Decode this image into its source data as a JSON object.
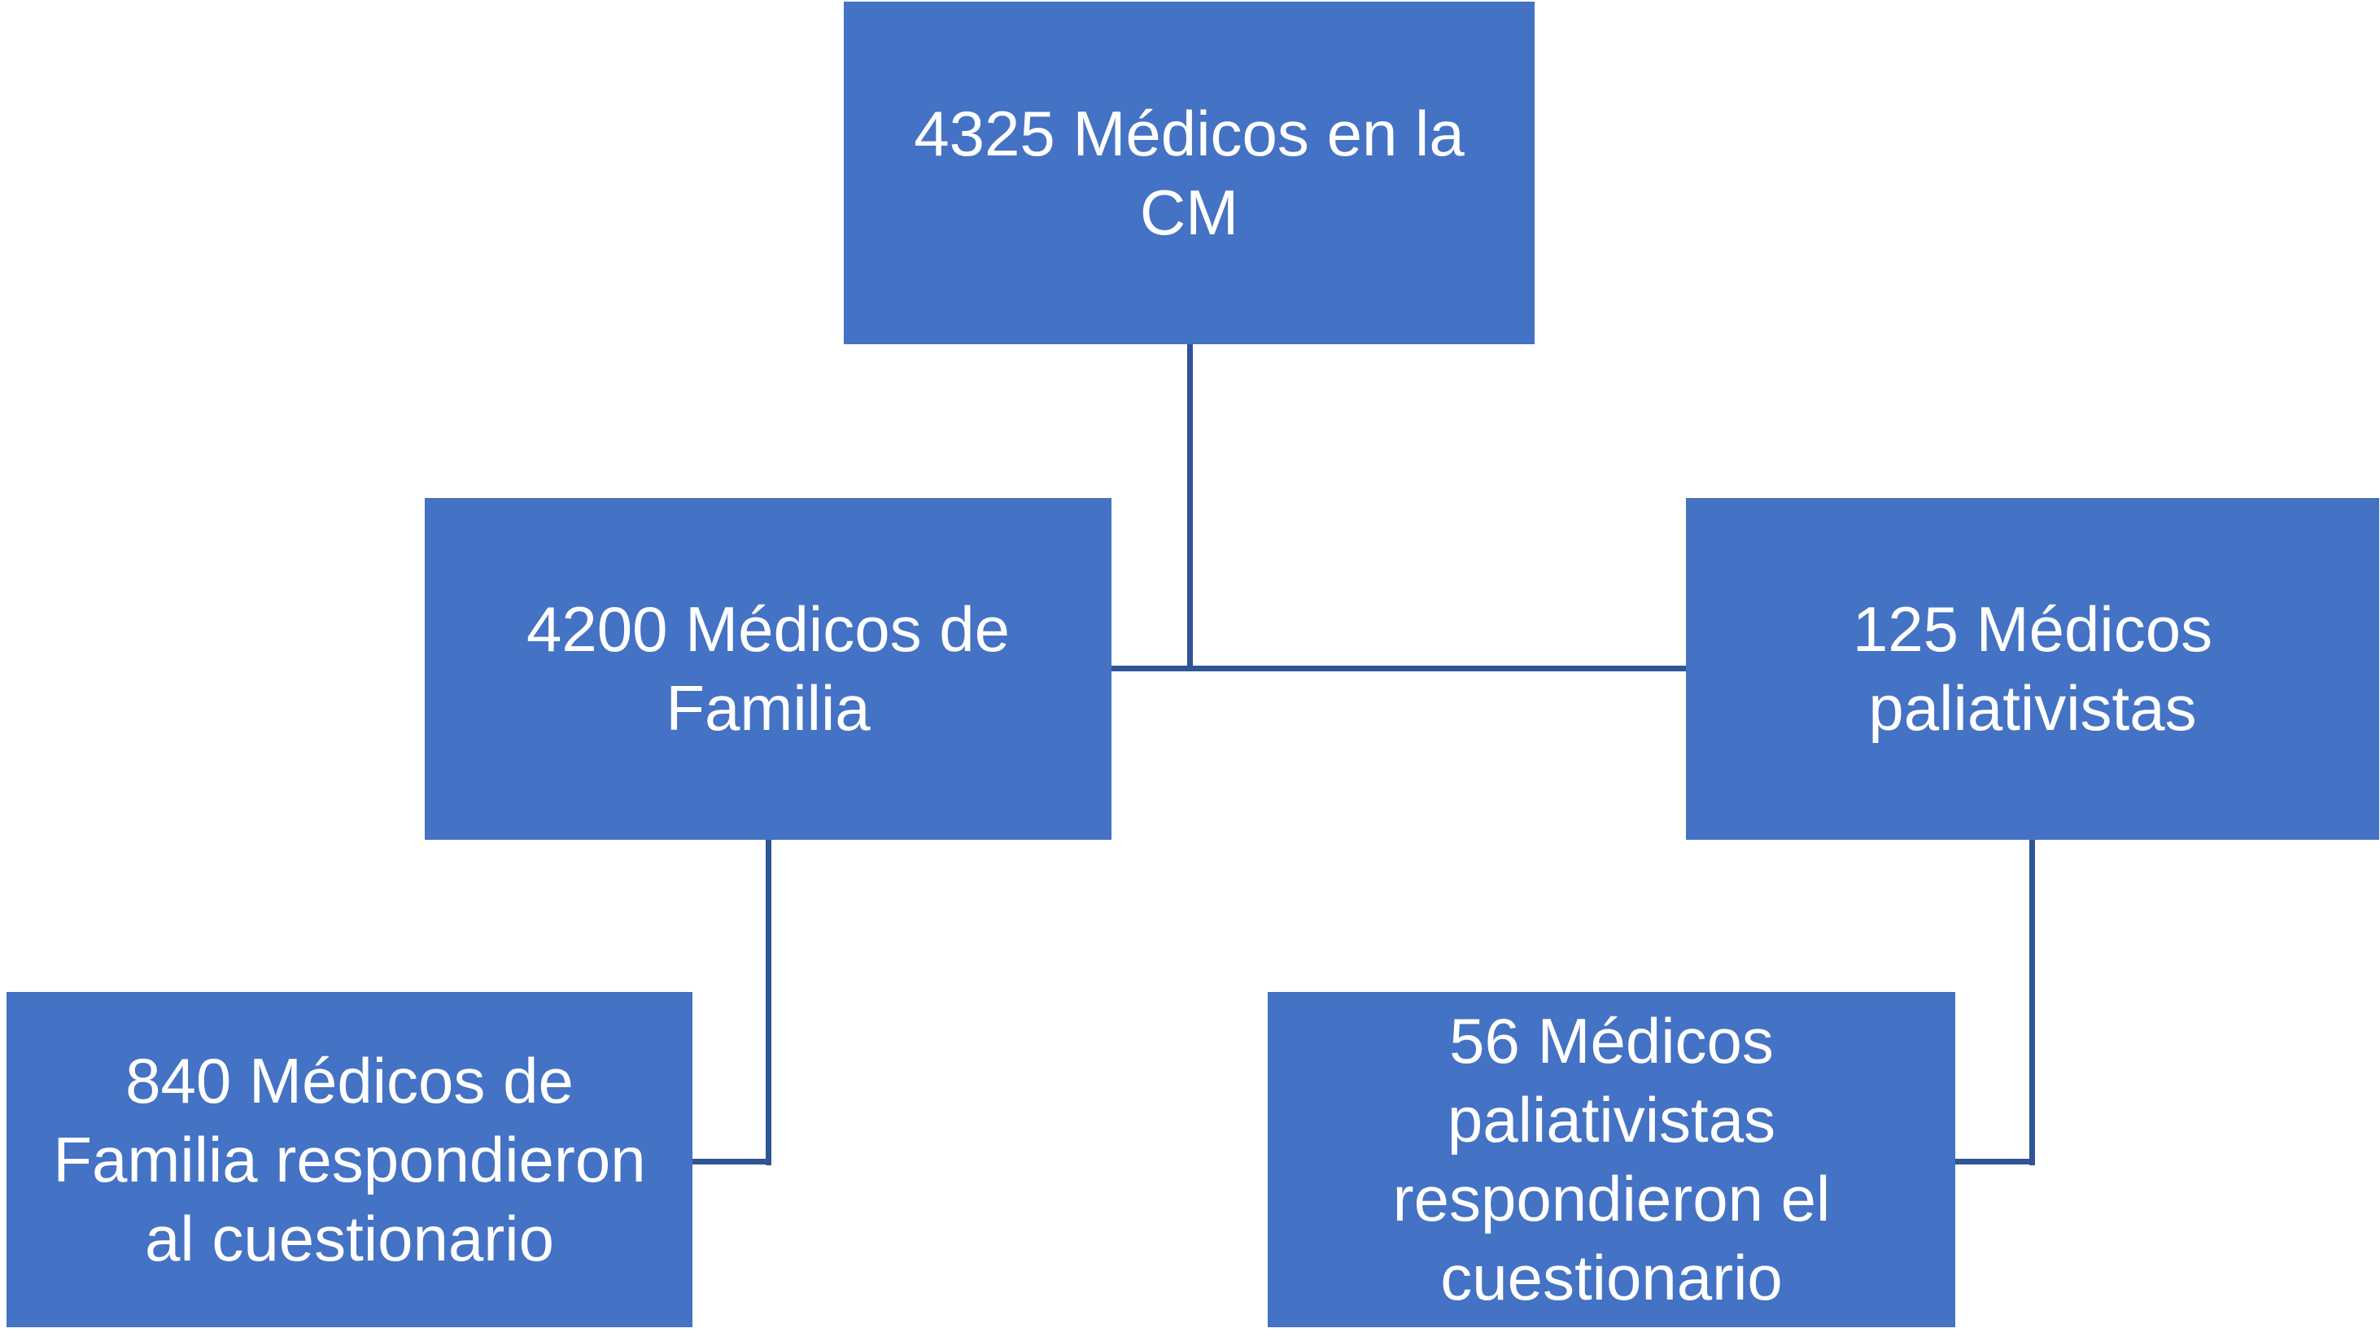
{
  "diagram": {
    "background_color": "#ffffff",
    "node_fill_color": "#4472C4",
    "node_text_color": "#ffffff",
    "connector_color": "#2F5597",
    "nodes": [
      {
        "id": "medicos-cm",
        "value": 4325,
        "text": "4325 Médicos en la CM",
        "lines": [
          "4325 Médicos en la",
          "CM"
        ]
      },
      {
        "id": "medicos-familia",
        "value": 4200,
        "text": "4200 Médicos de Familia",
        "lines": [
          "4200 Médicos de",
          "Familia"
        ]
      },
      {
        "id": "medicos-paliativistas",
        "value": 125,
        "text": "125 Médicos paliativistas",
        "lines": [
          "125 Médicos",
          "paliativistas"
        ]
      },
      {
        "id": "familia-respondieron",
        "value": 840,
        "text": "840 Médicos de Familia respondieron al cuestionario",
        "lines": [
          "840 Médicos de",
          "Familia respondieron",
          "al cuestionario"
        ]
      },
      {
        "id": "paliativistas-respondieron",
        "value": 56,
        "text": "56 Médicos paliativistas respondieron el cuestionario",
        "lines": [
          "56 Médicos",
          "paliativistas",
          "respondieron el",
          "cuestionario"
        ]
      }
    ],
    "edges": [
      {
        "from": "medicos-cm",
        "to": "medicos-familia"
      },
      {
        "from": "medicos-cm",
        "to": "medicos-paliativistas"
      },
      {
        "from": "medicos-familia",
        "to": "familia-respondieron"
      },
      {
        "from": "medicos-paliativistas",
        "to": "paliativistas-respondieron"
      }
    ]
  }
}
